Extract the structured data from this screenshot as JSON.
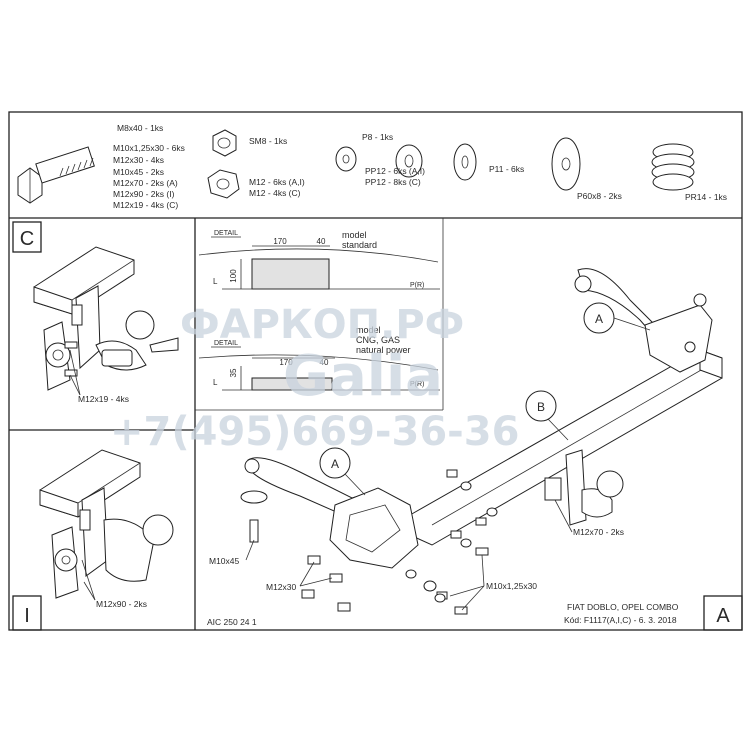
{
  "parts_list": {
    "bolt_m8x40": "M8x40 - 1ks",
    "bolt_specs": [
      "M10x1,25x30 - 6ks",
      "M12x30 - 4ks",
      "M10x45 - 2ks",
      "M12x70 - 2ks (A)",
      "M12x90 - 2ks (I)",
      "M12x19 - 4ks (C)"
    ],
    "nut_sm8": "SM8 - 1ks",
    "nut_m12": [
      "M12 - 6ks (A,I)",
      "M12 - 4ks (C)"
    ],
    "washer_p8": "P8 - 1ks",
    "washer_pp12": [
      "PP12 - 6ks (A,I)",
      "PP12 - 8ks (C)"
    ],
    "washer_p11": "P11 - 6ks",
    "washer_p60": "P60x8 - 2ks",
    "spring_pr14": "PR14 - 1ks"
  },
  "variant_c": {
    "letter": "C",
    "bolt_label": "M12x19 - 4ks"
  },
  "variant_i": {
    "letter": "I",
    "bolt_label": "M12x90 - 2ks"
  },
  "detail_standard": {
    "label": "DETAIL",
    "dim_width": "170",
    "dim_offset": "40",
    "dim_height": "100",
    "dim_l": "L",
    "road_label": "P(R)",
    "model_label": [
      "model",
      "standard"
    ]
  },
  "detail_cng": {
    "label": "DETAIL",
    "dim_width": "170",
    "dim_offset": "40",
    "dim_height": "35",
    "dim_l": "L",
    "road_label": "P(R)",
    "model_label": [
      "model",
      "CNG, GAS",
      "natural power"
    ]
  },
  "main_assembly": {
    "callout_a_left": "A",
    "callout_a_right": "A",
    "callout_b": "B",
    "bolt_m10x45": "M10x45",
    "bolt_m12x30": "M12x30",
    "bolt_m10x125x30": "M10x1,25x30",
    "bolt_m12x70": "M12x70 - 2ks",
    "drawing_code": "AIC 250 24 1"
  },
  "title_block": {
    "vehicle": "FIAT DOBLO, OPEL COMBO",
    "code": "Kód: F1117(A,I,C) - 6. 3. 2018",
    "variant_letter": "A"
  },
  "watermark": {
    "brand": "Galia",
    "site": "ФАРКОП.РФ",
    "phone": "+7(495)669-36-36"
  }
}
